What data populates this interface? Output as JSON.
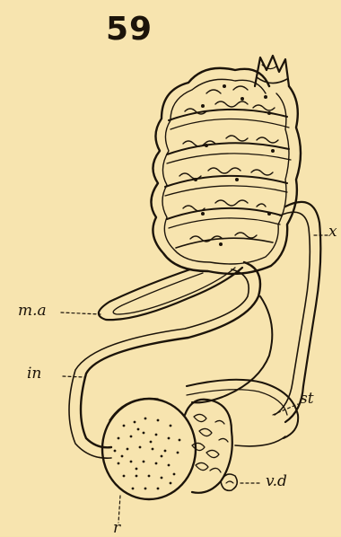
{
  "figure": {
    "number": "59"
  },
  "labels": {
    "ma": "m.a",
    "in": "in",
    "st": "st",
    "vd": "v.d",
    "r": "r",
    "x": "x"
  },
  "colors": {
    "paper": "#f7e4af",
    "ink": "#1c140a"
  }
}
